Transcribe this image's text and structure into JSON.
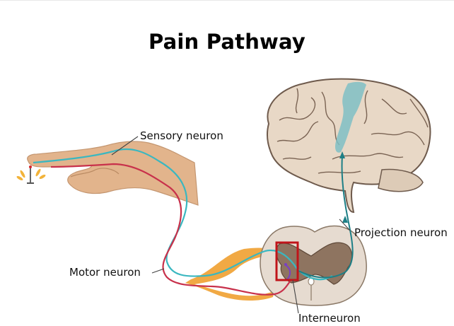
{
  "title": "Pain Pathway",
  "labels": {
    "sensory": "Sensory neuron",
    "motor": "Motor neuron",
    "projection": "Projection neuron",
    "interneuron": "Interneuron"
  },
  "colors": {
    "sensory_neuron": "#3ab7c0",
    "motor_neuron": "#c8314b",
    "projection_neuron": "#1d7f86",
    "interneuron": "#7a3fc4",
    "highlight_box": "#c0141a",
    "nerve_bundle": "#f0a030",
    "skin": "#e2b48c",
    "brain": "#e8d8c6",
    "gray_matter": "#8e7460",
    "white_matter": "#e6dbd0",
    "cortex_highlight": "#7fc0c4"
  }
}
